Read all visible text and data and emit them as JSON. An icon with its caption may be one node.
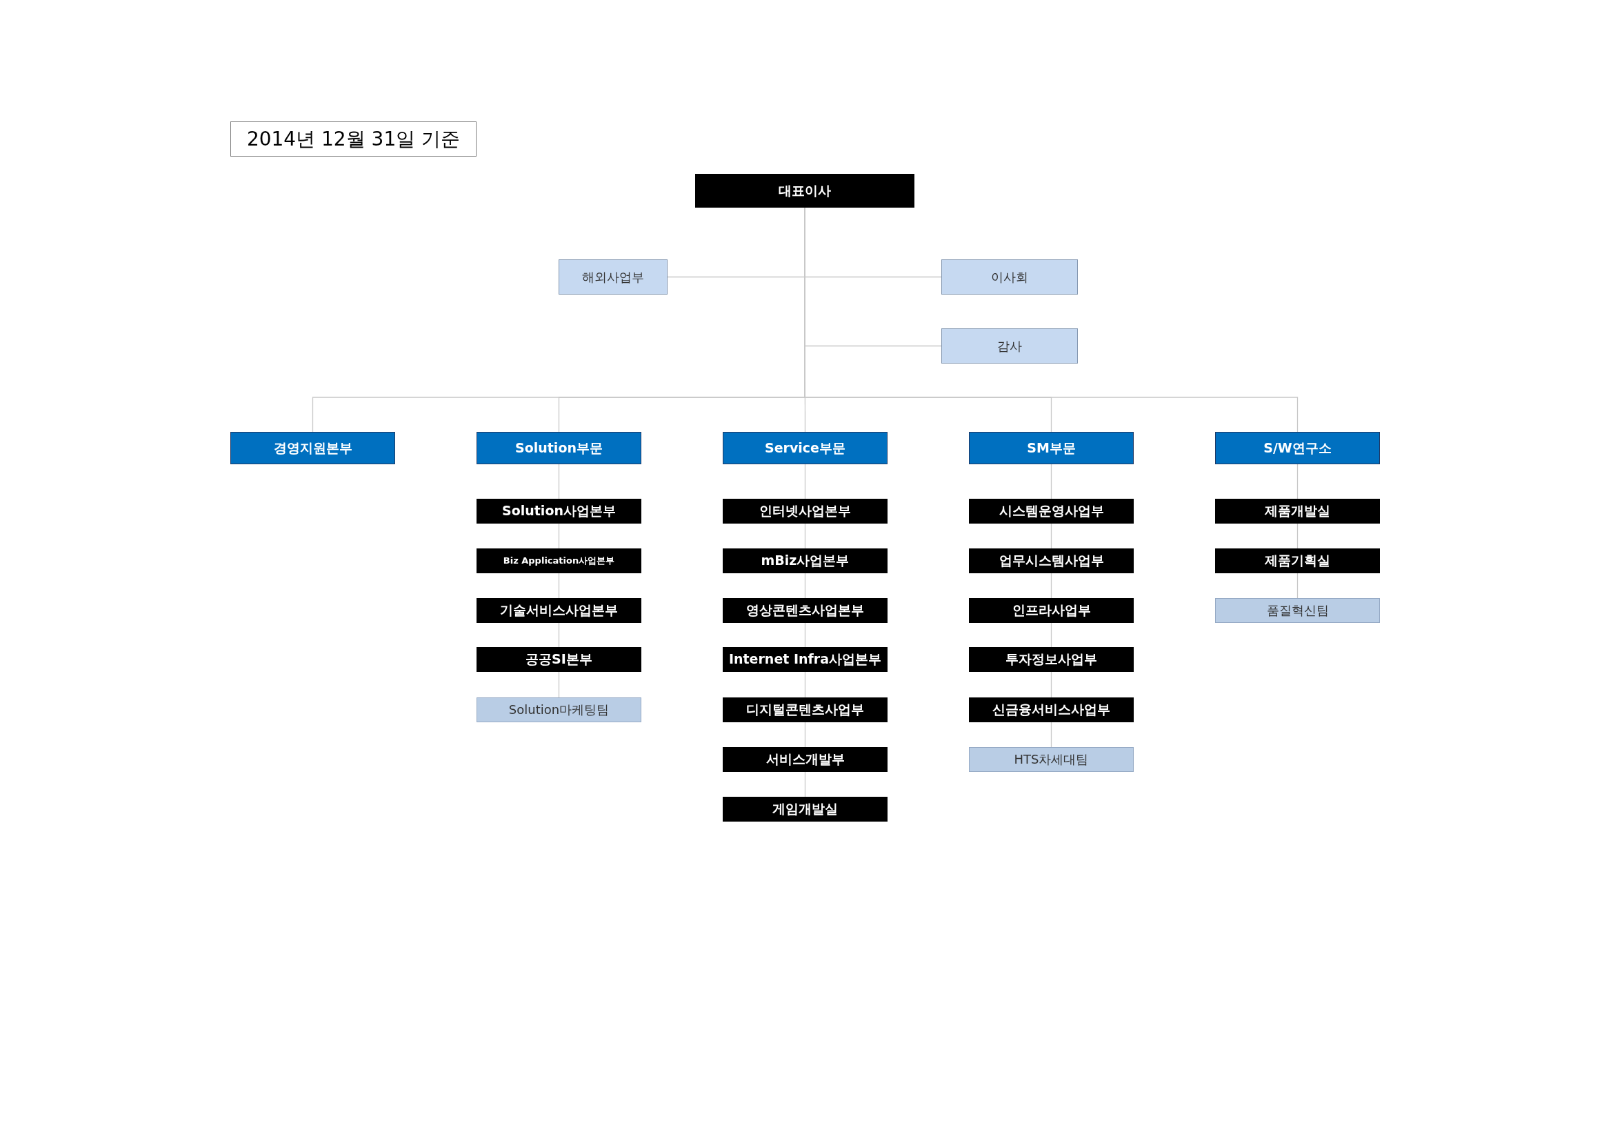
{
  "diagram": {
    "title": "2014년 12월 31일 기준",
    "nodes": [
      {
        "text": [
          "대표이사"
        ]
      },
      {
        "text": [
          "해외사업부"
        ]
      },
      {
        "text": [
          "이사회"
        ]
      },
      {
        "text": [
          "감사"
        ]
      },
      {
        "text": [
          "경영지원본부"
        ]
      },
      {
        "text": [
          "Solution부문"
        ]
      },
      {
        "text": [
          "Service부문"
        ]
      },
      {
        "text": [
          "SM부문"
        ]
      },
      {
        "text": [
          "S/W연구소"
        ]
      },
      {
        "text": [
          "Solution사업본부"
        ]
      },
      {
        "text": [
          "Biz Application사업본부"
        ]
      },
      {
        "text": [
          "기술서비스사업본부"
        ]
      },
      {
        "text": [
          "공공SI본부"
        ]
      },
      {
        "text": [
          "Solution마케팅팀"
        ]
      },
      {
        "text": [
          "인터넷사업본부"
        ]
      },
      {
        "text": [
          "mBiz사업본부"
        ]
      },
      {
        "text": [
          "영상콘텐츠사업본부"
        ]
      },
      {
        "text": [
          "Internet Infra사업본부"
        ]
      },
      {
        "text": [
          "디지털콘텐츠사업부"
        ]
      },
      {
        "text": [
          "서비스개발부"
        ]
      },
      {
        "text": [
          "게임개발실"
        ]
      },
      {
        "text": [
          "시스템운영사업부"
        ]
      },
      {
        "text": [
          "업무시스템사업부"
        ]
      },
      {
        "text": [
          "인프라사업부"
        ]
      },
      {
        "text": [
          "투자정보사업부"
        ]
      },
      {
        "text": [
          "신금융서비스사업부"
        ]
      },
      {
        "text": [
          "HTS차세대팀"
        ]
      },
      {
        "text": [
          "제품개발실"
        ]
      },
      {
        "text": [
          "제품기획실"
        ]
      },
      {
        "text": [
          "품질혁신팀"
        ]
      }
    ],
    "edges": [
      {
        "from": 0,
        "to": 1,
        "arrow": "none"
      },
      {
        "from": 0,
        "to": 2,
        "arrow": "none"
      },
      {
        "from": 0,
        "to": 3,
        "arrow": "none"
      },
      {
        "from": 0,
        "to": 4,
        "arrow": "none"
      },
      {
        "from": 0,
        "to": 5,
        "arrow": "none"
      },
      {
        "from": 0,
        "to": 6,
        "arrow": "none"
      },
      {
        "from": 0,
        "to": 7,
        "arrow": "none"
      },
      {
        "from": 0,
        "to": 8,
        "arrow": "none"
      },
      {
        "from": 5,
        "to": 9,
        "arrow": "none"
      },
      {
        "from": 9,
        "to": 10,
        "arrow": "none"
      },
      {
        "from": 10,
        "to": 11,
        "arrow": "none"
      },
      {
        "from": 11,
        "to": 12,
        "arrow": "none"
      },
      {
        "from": 12,
        "to": 13,
        "arrow": "none"
      },
      {
        "from": 6,
        "to": 14,
        "arrow": "none"
      },
      {
        "from": 14,
        "to": 15,
        "arrow": "none"
      },
      {
        "from": 15,
        "to": 16,
        "arrow": "none"
      },
      {
        "from": 16,
        "to": 17,
        "arrow": "none"
      },
      {
        "from": 17,
        "to": 18,
        "arrow": "none"
      },
      {
        "from": 18,
        "to": 19,
        "arrow": "none"
      },
      {
        "from": 19,
        "to": 20,
        "arrow": "none"
      },
      {
        "from": 7,
        "to": 21,
        "arrow": "none"
      },
      {
        "from": 21,
        "to": 22,
        "arrow": "none"
      },
      {
        "from": 22,
        "to": 23,
        "arrow": "none"
      },
      {
        "from": 23,
        "to": 24,
        "arrow": "none"
      },
      {
        "from": 24,
        "to": 25,
        "arrow": "none"
      },
      {
        "from": 25,
        "to": 26,
        "arrow": "none"
      },
      {
        "from": 8,
        "to": 27,
        "arrow": "none"
      },
      {
        "from": 27,
        "to": 28,
        "arrow": "none"
      },
      {
        "from": 28,
        "to": 29,
        "arrow": "none"
      }
    ]
  }
}
